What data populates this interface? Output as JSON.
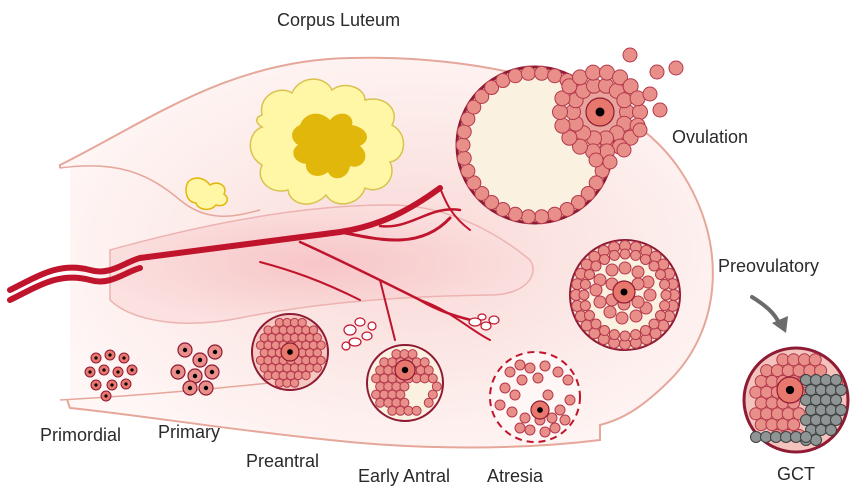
{
  "labels": {
    "corpus_luteum": "Corpus Luteum",
    "ovulation": "Ovulation",
    "preovulatory": "Preovulatory",
    "primordial": "Primordial",
    "primary": "Primary",
    "preantral": "Preantral",
    "early_antral": "Early Antral",
    "atresia": "Atresia",
    "gct": "GCT"
  },
  "colors": {
    "ovary_fill": "#fbe9e6",
    "ovary_outline": "#e6a79b",
    "vessel": "#c0142c",
    "follicle_wall": "#8e1a33",
    "granulosa_cell": "#e98f8a",
    "granulosa_cell_stroke": "#b3384a",
    "oocyte": "#e8776e",
    "antrum": "#fbf1e0",
    "corpus_luteum_outer": "#fff6a6",
    "corpus_luteum_inner": "#e2b70c",
    "tumor_cell": "#8f9595",
    "arrow": "#6b6b6b"
  }
}
